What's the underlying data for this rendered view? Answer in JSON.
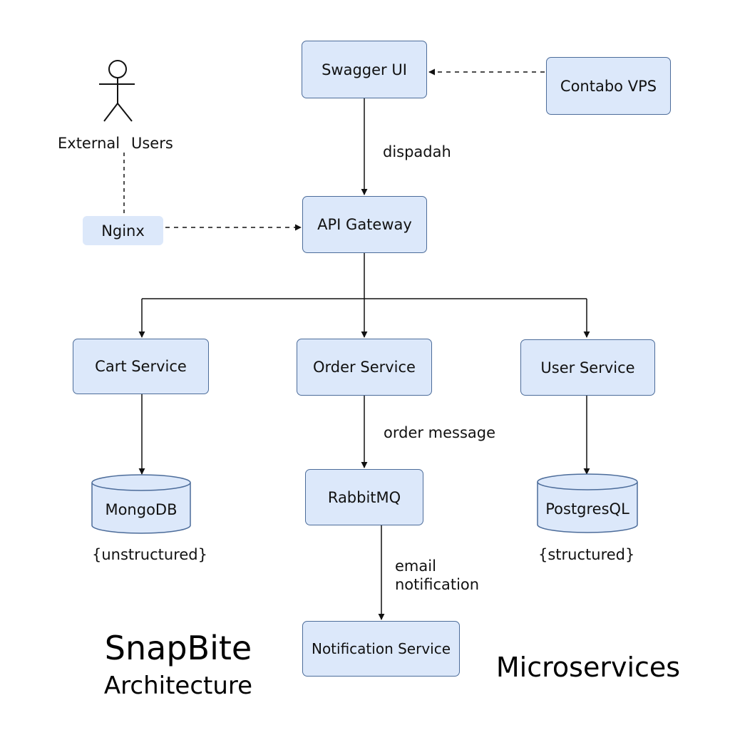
{
  "title": {
    "line1": "SnapBite",
    "line2": "Architecture",
    "tag": "Microservices"
  },
  "actor": {
    "label_left": "External",
    "label_right": "Users"
  },
  "nodes": {
    "swagger_ui": "Swagger UI",
    "contabo_vps": "Contabo VPS",
    "nginx": "Nginx",
    "api_gateway": "API Gateway",
    "cart_service": "Cart Service",
    "order_service": "Order Service",
    "user_service": "User Service",
    "mongodb": "MongoDB",
    "rabbitmq": "RabbitMQ",
    "postgresql": "PostgresQL",
    "notification_service": "Notification Service"
  },
  "edge_labels": {
    "dispatch": "dispadah",
    "order_message": "order message",
    "email_line1": "email",
    "email_line2": "notification"
  },
  "annotations": {
    "mongodb_note": "{unstructured}",
    "postgres_note": "{structured}"
  },
  "colors": {
    "box_fill": "#dce8fa",
    "box_border": "#4c6c9a",
    "line": "#111111"
  }
}
